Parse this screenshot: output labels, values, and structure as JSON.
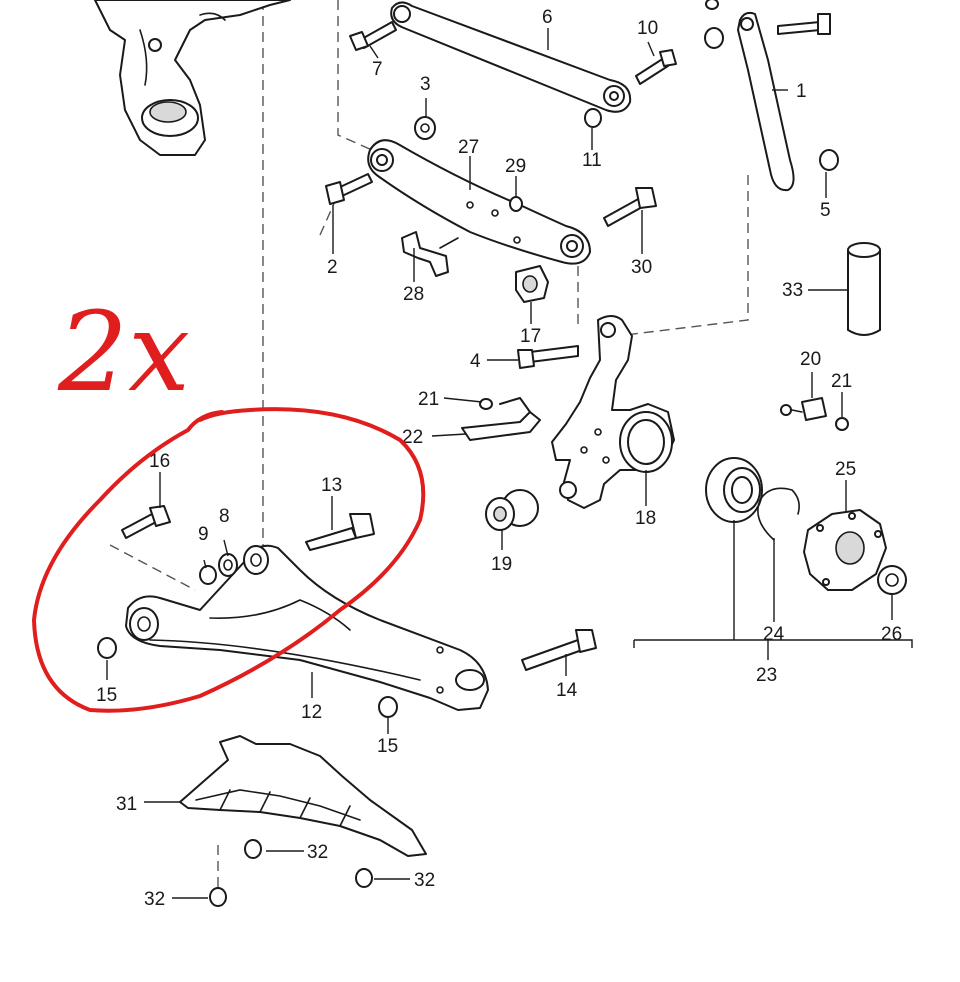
{
  "colors": {
    "annotation": "#e01e1e",
    "line": "#1a1a1a",
    "dash": "#555555"
  },
  "callouts": {
    "c1": "1",
    "c2": "2",
    "c3": "3",
    "c4": "4",
    "c5": "5",
    "c6": "6",
    "c7": "7",
    "c8": "8",
    "c9": "9",
    "c10": "10",
    "c11": "11",
    "c12": "12",
    "c13": "13",
    "c14": "14",
    "c15a": "15",
    "c15b": "15",
    "c16": "16",
    "c17": "17",
    "c18": "18",
    "c19": "19",
    "c20": "20",
    "c21a": "21",
    "c21b": "21",
    "c22": "22",
    "c23": "23",
    "c24": "24",
    "c25": "25",
    "c26": "26",
    "c27": "27",
    "c28": "28",
    "c29": "29",
    "c30": "30",
    "c31": "31",
    "c32a": "32",
    "c32b": "32",
    "c32c": "32",
    "c33": "33"
  },
  "annotation": {
    "text": "2x"
  }
}
